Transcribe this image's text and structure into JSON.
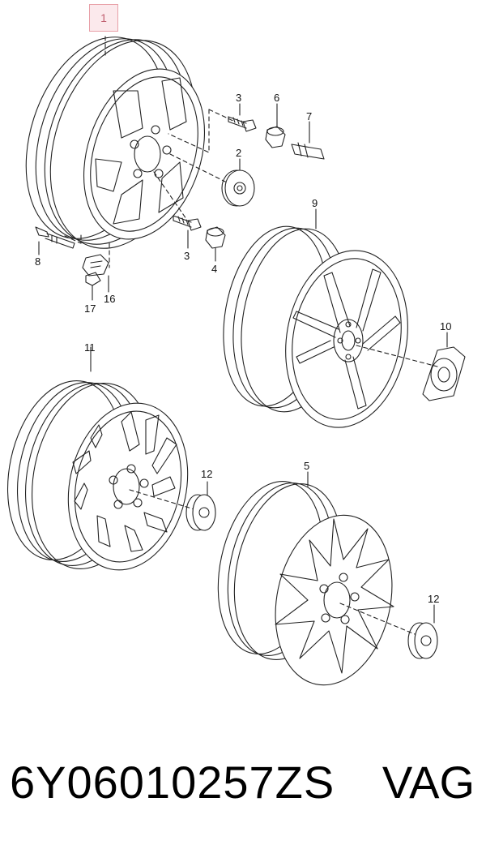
{
  "callouts": {
    "c1": "1",
    "c2": "2",
    "c3a": "3",
    "c3b": "3",
    "c4": "4",
    "c5": "5",
    "c6": "6",
    "c7": "7",
    "c8": "8",
    "c9": "9",
    "c10": "10",
    "c11": "11",
    "c12a": "12",
    "c12b": "12",
    "c16": "16",
    "c17": "17"
  },
  "footer": {
    "part_number": "6Y06010257ZS",
    "brand": "VAG"
  },
  "colors": {
    "line": "#222222",
    "highlight_border": "#e8a0a8",
    "highlight_fill": "#fbe9ec"
  }
}
